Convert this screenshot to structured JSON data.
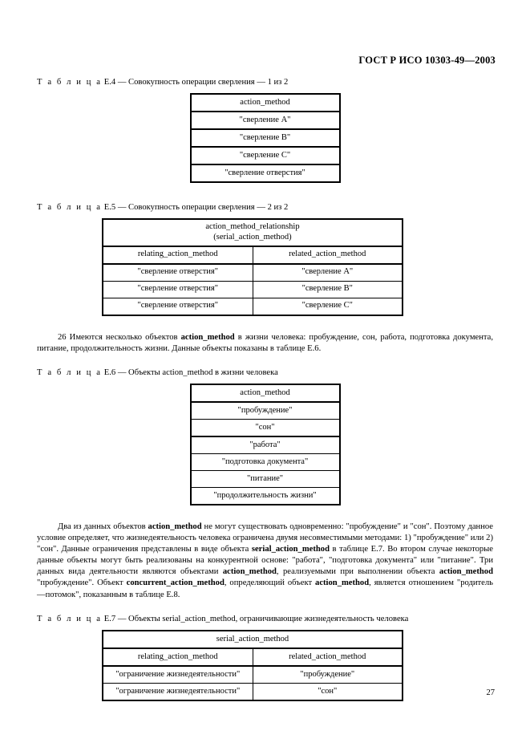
{
  "header": {
    "standard_title": "ГОСТ Р ИСО 10303-49—2003"
  },
  "page": {
    "number": "27"
  },
  "captions": {
    "e4": {
      "label": "Т а б л и ц а",
      "text": "Е.4 — Совокупность операции сверления — 1 из 2"
    },
    "e5": {
      "label": "Т а б л и ц а",
      "text": "Е.5 — Совокупность операции сверления — 2 из 2"
    },
    "e6": {
      "label": "Т а б л и ц а",
      "text": "Е.6 — Объекты action_method в жизни человека"
    },
    "e7": {
      "label": "Т а б л и ц а",
      "text": "Е.7 — Объекты serial_action_method, ограничивающие жизнедеятельность человека"
    }
  },
  "table_e4": {
    "header": "action_method",
    "rows": [
      "\"сверление A\"",
      "\"сверление B\"",
      "\"сверление C\"",
      "\"сверление отверстия\""
    ]
  },
  "table_e5": {
    "header_line1": "action_method_relationship",
    "header_line2": "(serial_action_method)",
    "columns": [
      "relating_action_method",
      "related_action_method"
    ],
    "rows": [
      [
        "\"сверление отверстия\"",
        "\"сверление A\""
      ],
      [
        "\"сверление отверстия\"",
        "\"сверление B\""
      ],
      [
        "\"сверление отверстия\"",
        "\"сверление C\""
      ]
    ]
  },
  "table_e6": {
    "header": "action_method",
    "rows": [
      "\"пробуждение\"",
      "\"сон\"",
      "\"работа\"",
      "\"подготовка документа\"",
      "\"питание\"",
      "\"продолжительность жизни\""
    ]
  },
  "table_e7": {
    "header": "serial_action_method",
    "columns": [
      "relating_action_method",
      "related_action_method"
    ],
    "rows": [
      [
        "\"ограничение жизнедеятельности\"",
        "\"пробуждение\""
      ],
      [
        "\"ограничение жизнедеятельности\"",
        "\"сон\""
      ]
    ]
  },
  "paragraphs": {
    "p26": {
      "num": "26",
      "part1": " Имеются несколько объектов ",
      "bold1": "action_method",
      "part2": " в жизни человека: пробуждение, сон, работа, подготовка документа, питание, продолжительность жизни. Данные объекты показаны в таблице Е.6."
    },
    "p27": {
      "part1": "Два из данных объектов ",
      "bold1": "action_method",
      "part2": " не могут существовать одновременно: \"пробуждение\" и \"сон\". Поэтому данное условие определяет, что жизнедеятельность человека ограничена двумя несовместимыми методами: 1) \"пробуждение\" или 2) \"сон\". Данные ограничения представлены в виде объекта ",
      "bold2": "serial_action_method",
      "part3": " в таблице Е.7. Во втором случае некоторые данные объекты могут быть реализованы на конкурентной основе: \"работа\", \"подготовка документа\" или \"питание\". Три данных вида деятельности являются объектами ",
      "bold3": "action_method",
      "part4": ", реализуемыми при выполнении объекта ",
      "bold4": "action_method",
      "part5": " \"пробуждение\". Объект ",
      "bold5": "concurrent_action_method",
      "part6": ", определяющий объект ",
      "bold6": "action_method",
      "part7": ", является отношением \"родитель—потомок\", показанным в таблице Е.8."
    }
  }
}
